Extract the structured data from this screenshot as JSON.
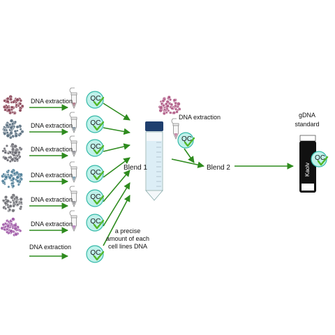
{
  "step_label": "DNA extraction",
  "qc_label": "QC",
  "blend1": "Blend 1",
  "blend2": "Blend 2",
  "note": [
    "a precise",
    "amount of each",
    "cell lines DNA"
  ],
  "standard_title": [
    "gDNA",
    "standard"
  ],
  "vial_label": "Kaolv",
  "colors": {
    "arrow": "#2e8b1e",
    "qc_fill": "#bff1ea",
    "qc_stroke": "#35b9a8",
    "check": "#52b82a",
    "cell_lines": [
      "#8e4a5c",
      "#5a6f80",
      "#6b6b73",
      "#4f7f99",
      "#6f7075",
      "#a05aa8"
    ],
    "extra_cells": "#b05a86"
  }
}
